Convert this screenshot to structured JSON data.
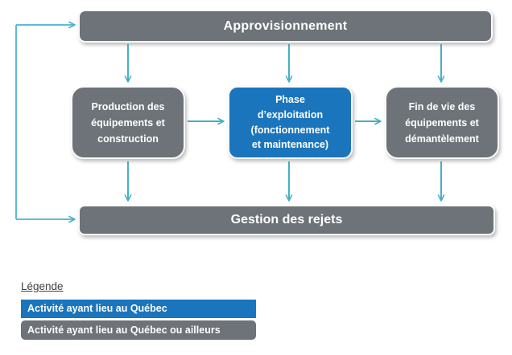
{
  "diagram": {
    "title_semantic": "life-cycle activities flowchart",
    "boxes": {
      "approvisionnement": {
        "label": "Approvisionnement"
      },
      "production": {
        "label": "Production des\néquipements et\nconstruction"
      },
      "phase": {
        "label": "Phase\nd’exploitation\n(fonctionnement\net maintenance)"
      },
      "fin_de_vie": {
        "label": "Fin de vie des\néquipements et\ndémantèlement"
      },
      "gestion": {
        "label": "Gestion des rejets"
      }
    },
    "arrows": [
      "loop-left-to-approvisionnement",
      "loop-left-to-gestion",
      "approvisionnement-to-production",
      "approvisionnement-to-phase",
      "approvisionnement-to-fin-de-vie",
      "production-to-phase",
      "phase-to-fin-de-vie",
      "production-to-gestion",
      "phase-to-gestion",
      "fin-de-vie-to-gestion"
    ]
  },
  "legend": {
    "title": "Légende",
    "items": [
      {
        "label": "Activité ayant lieu au Québec",
        "color": "#1b75bc"
      },
      {
        "label": "Activité ayant lieu au Québec ou ailleurs",
        "color": "#6d7378"
      }
    ]
  },
  "colors": {
    "background": "#ffffff",
    "box_gray": "#6d7378",
    "box_blue": "#1b75bc",
    "arrow": "#45b0c8",
    "loop": "#5dbdd8",
    "legend_title": "#3f3f3f"
  }
}
